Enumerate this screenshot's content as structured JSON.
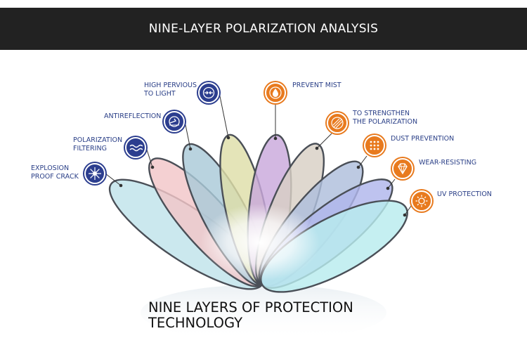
{
  "header": {
    "title": "NINE-LAYER POLARIZATION ANALYSIS"
  },
  "tagline": {
    "line1": "NINE LAYERS OF PROTECTION",
    "line2": "TECHNOLOGY"
  },
  "colors": {
    "header_bg": "#222222",
    "left_icon_ring": "#2c3e8f",
    "right_icon_ring": "#e87a1e",
    "label_text": "#2a3f87"
  },
  "layers": [
    {
      "label_lines": [
        "EXPLOSION",
        "PROOF CRACK"
      ],
      "icon": "starburst-icon",
      "side": "left",
      "color": "#bfe3ea"
    },
    {
      "label_lines": [
        "POLARIZATION",
        "FILTERING"
      ],
      "icon": "wave-icon",
      "side": "left",
      "color": "#f2c6c8"
    },
    {
      "label_lines": [
        "ANTIREFLECTION"
      ],
      "icon": "reflection-arrow-icon",
      "side": "left",
      "color": "#a9c9d8"
    },
    {
      "label_lines": [
        "HIGH PERVIOUS",
        "TO LIGHT"
      ],
      "icon": "light-pass-icon",
      "side": "left",
      "color": "#dedea8"
    },
    {
      "label_lines": [
        "PREVENT MIST"
      ],
      "icon": "water-drop-icon",
      "side": "right",
      "color": "#c9a8dc"
    },
    {
      "label_lines": [
        "TO STRENGTHEN",
        "THE POLARIZATION"
      ],
      "icon": "hatch-lines-icon",
      "side": "right",
      "color": "#d8d0c4"
    },
    {
      "label_lines": [
        "DUST PREVENTION"
      ],
      "icon": "dot-grid-icon",
      "side": "right",
      "color": "#aebedc"
    },
    {
      "label_lines": [
        "WEAR-RESISTING"
      ],
      "icon": "diamond-icon",
      "side": "right",
      "color": "#b0b6ec"
    },
    {
      "label_lines": [
        "UV PROTECTION"
      ],
      "icon": "sun-icon",
      "side": "right",
      "color": "#b8ecee"
    }
  ]
}
